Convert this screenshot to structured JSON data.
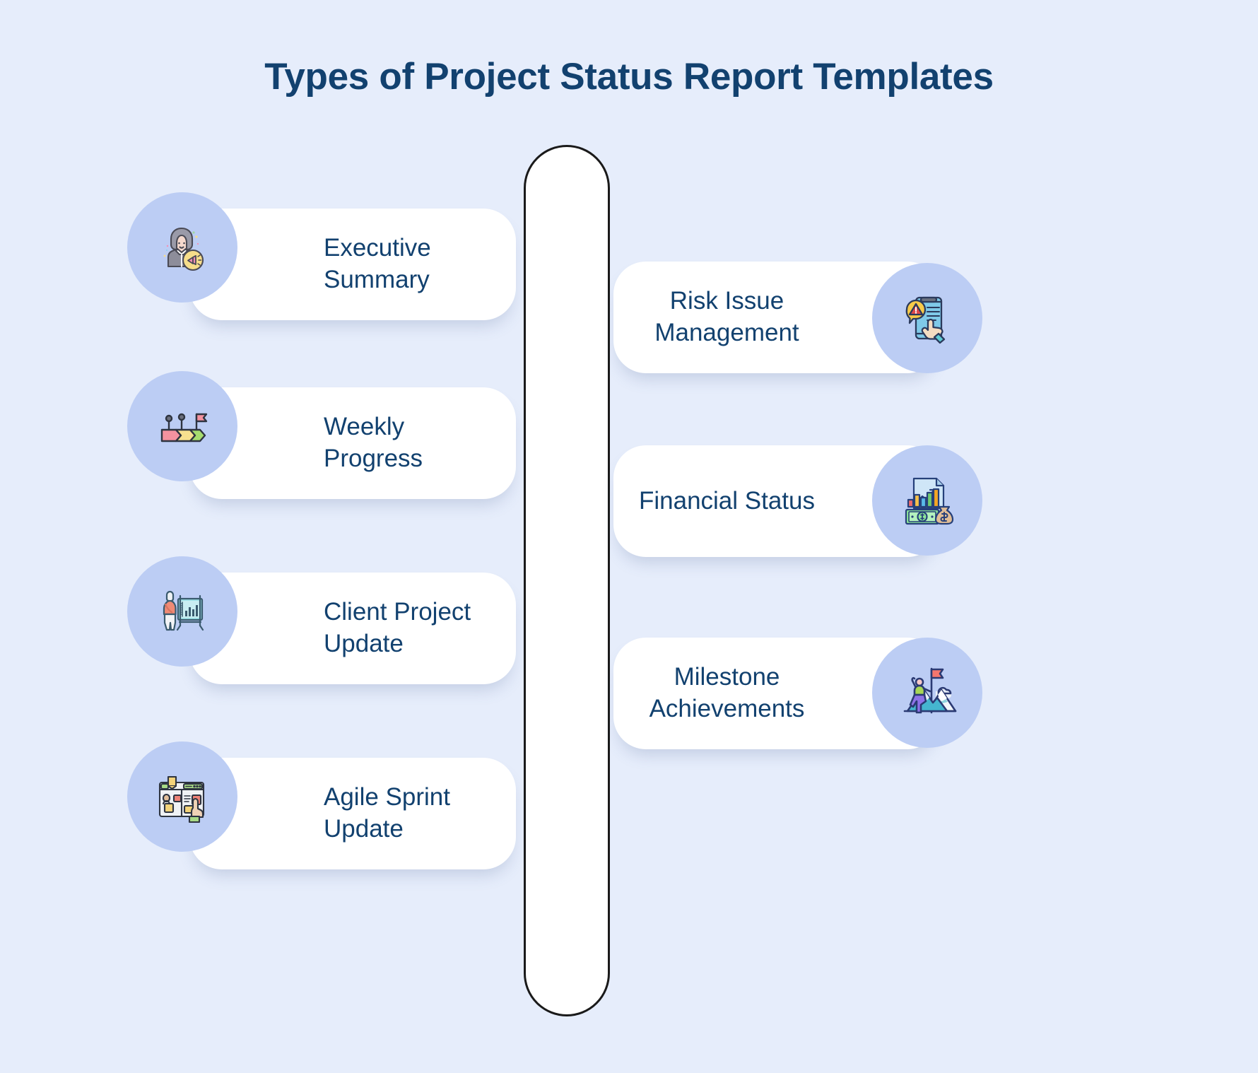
{
  "page": {
    "title": "Types of Project Status Report Templates",
    "background_color": "#e6edfb",
    "accent_color": "#12416f",
    "bubble_color": "#bccdf4",
    "card_color": "#ffffff"
  },
  "center_connector": {
    "shape": "vertical-rounded-pill",
    "border_color": "#1a1a1a",
    "fill_color": "#ffffff"
  },
  "left_column": {
    "items": [
      {
        "label": "Executive Summary",
        "icon": "businesswoman-megaphone-icon"
      },
      {
        "label": "Weekly Progress",
        "icon": "roadmap-milestone-flag-icon"
      },
      {
        "label": "Client Project Update",
        "icon": "presenter-chart-easel-icon"
      },
      {
        "label": "Agile Sprint Update",
        "icon": "kanban-board-hand-icon"
      }
    ]
  },
  "right_column": {
    "items": [
      {
        "label": "Risk Issue\nManagement",
        "icon": "phone-alert-warning-icon"
      },
      {
        "label": "Financial Status",
        "icon": "finance-chart-money-icon"
      },
      {
        "label": "Milestone\nAchievements",
        "icon": "mountain-summit-flag-icon"
      }
    ]
  }
}
